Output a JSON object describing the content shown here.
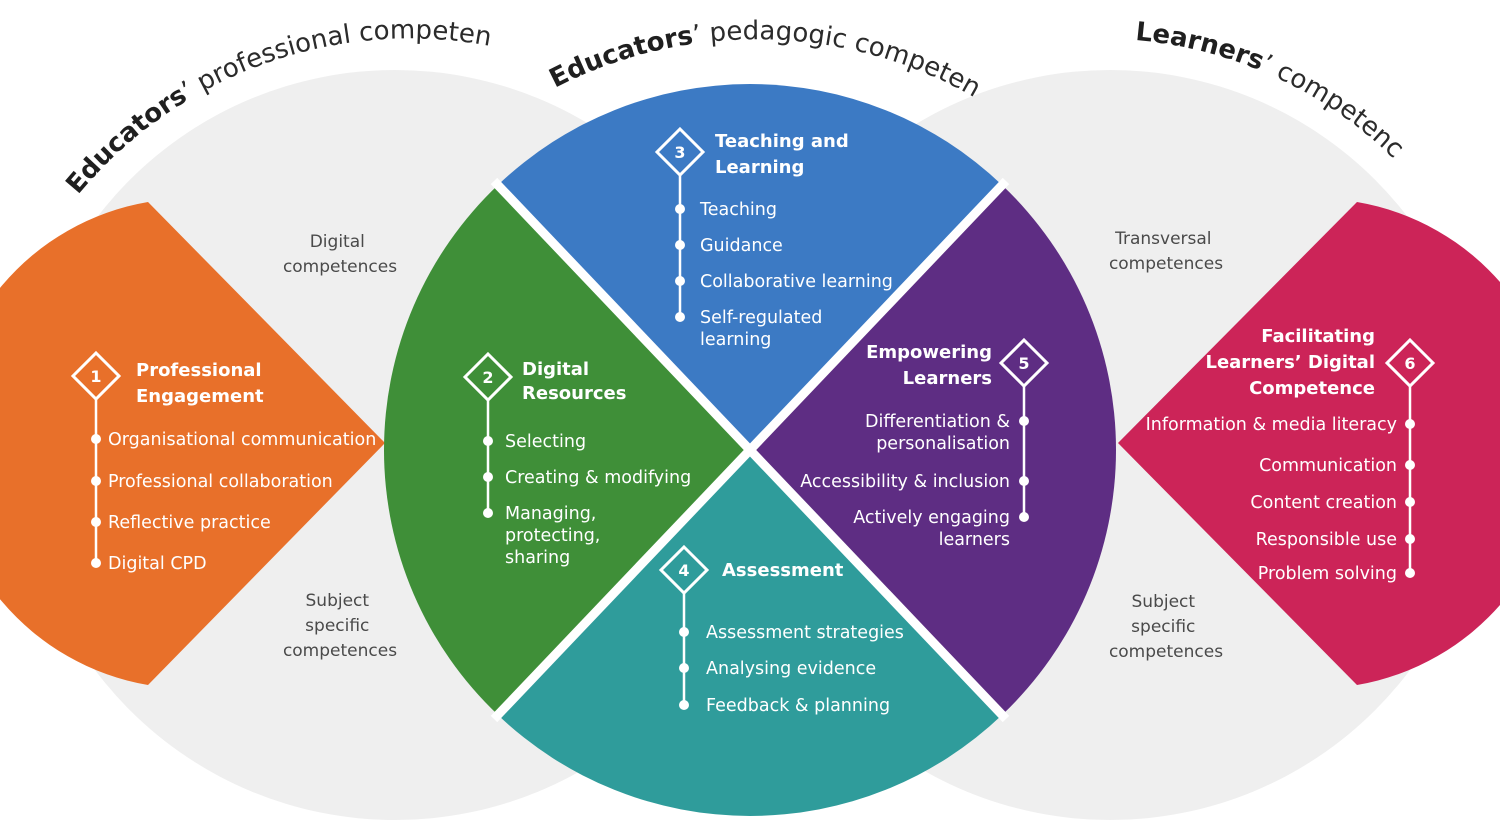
{
  "titles": {
    "left": {
      "bold": "Educators",
      "rest": "’ professional competences"
    },
    "center": {
      "bold": "Educators",
      "rest": "’ pedagogic competences"
    },
    "right": {
      "bold": "Learners",
      "rest": "’ competences"
    }
  },
  "context_left": {
    "top": [
      "Digital",
      "competences"
    ],
    "bottom": [
      "Subject",
      "specific",
      "competences"
    ]
  },
  "context_right": {
    "top": [
      "Transversal",
      "competences"
    ],
    "bottom": [
      "Subject",
      "specific",
      "competences"
    ]
  },
  "areas": [
    {
      "number": "1",
      "title": [
        "Professional",
        "Engagement"
      ],
      "color": "#e8702a",
      "items": [
        [
          "Organisational communication"
        ],
        [
          "Professional collaboration"
        ],
        [
          "Reflective practice"
        ],
        [
          "Digital CPD"
        ]
      ]
    },
    {
      "number": "2",
      "title": [
        "Digital",
        "Resources"
      ],
      "color": "#3f8f38",
      "items": [
        [
          "Selecting"
        ],
        [
          "Creating & modifying"
        ],
        [
          "Managing,",
          "protecting,",
          "sharing"
        ]
      ]
    },
    {
      "number": "3",
      "title": [
        "Teaching and",
        "Learning"
      ],
      "color": "#3c7ac4",
      "items": [
        [
          "Teaching"
        ],
        [
          "Guidance"
        ],
        [
          "Collaborative learning"
        ],
        [
          "Self-regulated",
          "learning"
        ]
      ]
    },
    {
      "number": "4",
      "title": [
        "Assessment"
      ],
      "color": "#2f9c9b",
      "items": [
        [
          "Assessment strategies"
        ],
        [
          "Analysing evidence"
        ],
        [
          "Feedback & planning"
        ]
      ]
    },
    {
      "number": "5",
      "title": [
        "Empowering",
        "Learners"
      ],
      "color": "#5e2d83",
      "items": [
        [
          "Differentiation &",
          "personalisation"
        ],
        [
          "Accessibility & inclusion"
        ],
        [
          "Actively engaging",
          "learners"
        ]
      ]
    },
    {
      "number": "6",
      "title": [
        "Facilitating",
        "Learners’ Digital",
        "Competence"
      ],
      "color": "#cc2458",
      "items": [
        [
          "Information & media literacy"
        ],
        [
          "Communication"
        ],
        [
          "Content creation"
        ],
        [
          "Responsible use"
        ],
        [
          "Problem solving"
        ]
      ]
    }
  ],
  "colors": {
    "background_circle": "#efefef",
    "divider": "#ffffff",
    "title_text": "#2b2b2b",
    "context_text": "#4a4a4a"
  }
}
